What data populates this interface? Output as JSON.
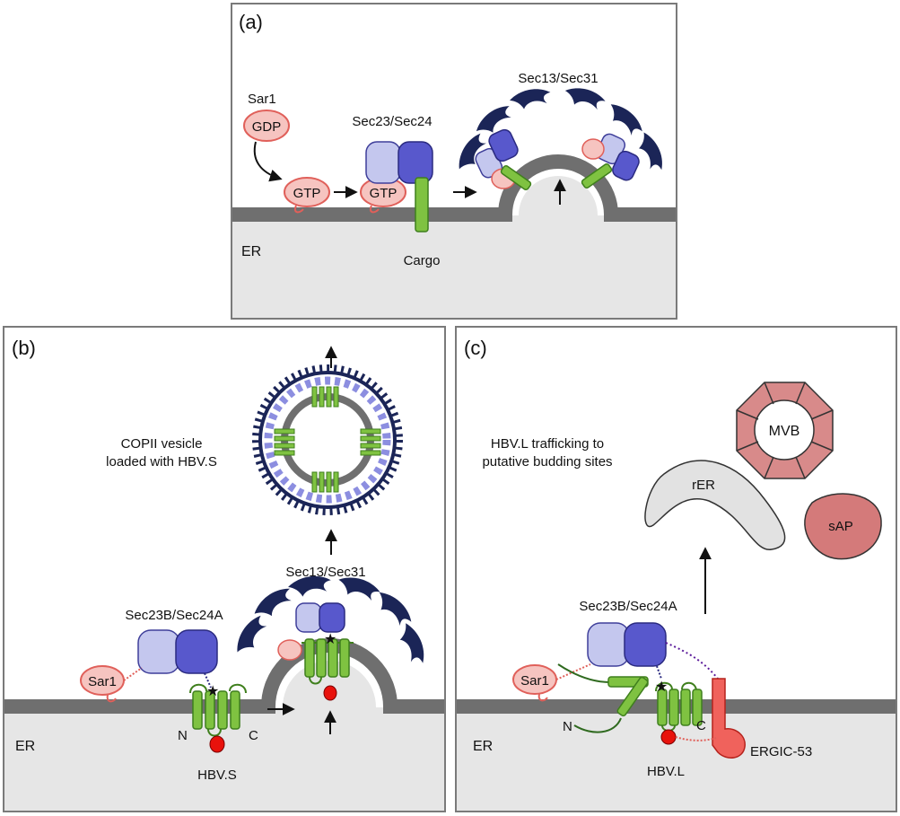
{
  "panel_a": {
    "letter": "(a)",
    "sar1": "Sar1",
    "gdp": "GDP",
    "gtp_1": "GTP",
    "gtp_2": "GTP",
    "sec23_sec24": "Sec23/Sec24",
    "sec13_sec31": "Sec13/Sec31",
    "er": "ER",
    "cargo": "Cargo"
  },
  "panel_b": {
    "letter": "(b)",
    "vesicle_line1": "COPII vesicle",
    "vesicle_line2": "loaded with HBV.S",
    "sec13_sec31": "Sec13/Sec31",
    "sec23b_sec24a": "Sec23B/Sec24A",
    "sar1": "Sar1",
    "n": "N",
    "c": "C",
    "er": "ER",
    "protein": "HBV.S"
  },
  "panel_c": {
    "letter": "(c)",
    "title_line1": "HBV.L trafficking to",
    "title_line2": "putative budding sites",
    "mvb": "MVB",
    "rer": "rER",
    "sap": "sAP",
    "sec23b_sec24a": "Sec23B/Sec24A",
    "sar1": "Sar1",
    "n": "N",
    "c": "C",
    "er": "ER",
    "protein": "HBV.L",
    "ergic": "ERGIC-53"
  },
  "colors": {
    "panel_border": "#7a7a7a",
    "er_lumen": "#e6e6e6",
    "membrane": "#6f6f6f",
    "sar1_fill": "#f6c4c0",
    "sar1_stroke": "#e0605a",
    "sec23": "#c4c7ee",
    "sec24": "#5858cc",
    "coat_outer": "#1b2557",
    "cargo_green": "#7fc241",
    "cargo_green_dark": "#3f7f1d",
    "red_loop": "#e8120c",
    "mvb_fill": "#d88a8a",
    "sap_fill": "#d47a7a",
    "ergic": "#f0625c"
  },
  "icons": [
    "arrow-icon",
    "star-icon",
    "coat-arc-icon",
    "vesicle-icon"
  ]
}
